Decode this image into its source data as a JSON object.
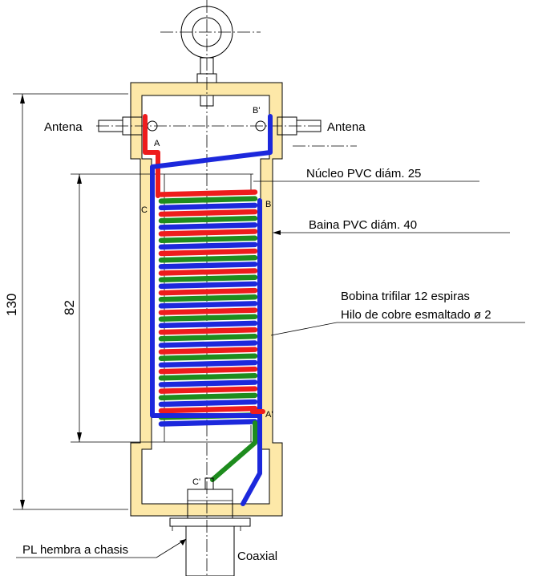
{
  "labels": {
    "antenna_left": "Antena",
    "antenna_right": "Antena",
    "core": "Núcleo PVC diám. 25",
    "sheath": "Baina PVC diám. 40",
    "coil_line1": "Bobina trifilar 12 espiras",
    "coil_line2": "Hilo de cobre esmaltado ø 2",
    "connector": "PL hembra a chasis",
    "coax": "Coaxial"
  },
  "dimensions": {
    "overall": "130",
    "coil": "82"
  },
  "terminals": {
    "a": "A",
    "b_prime": "B'",
    "c": "C",
    "b": "B",
    "a_prime": "A'",
    "c_prime": "C'"
  },
  "colors": {
    "housing": "#fde8a8",
    "wire_red": "#ee1c1c",
    "wire_blue": "#1c28dc",
    "wire_green": "#1e8c1e"
  },
  "coil": {
    "turns": 12,
    "wires": [
      "red",
      "green",
      "blue"
    ]
  }
}
